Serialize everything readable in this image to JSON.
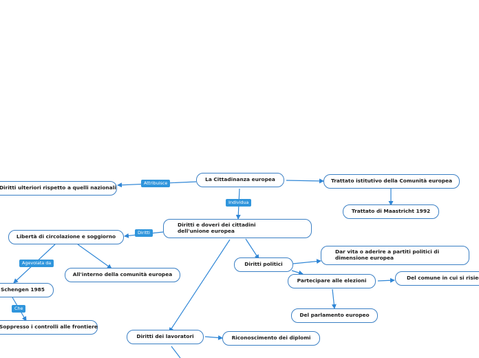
{
  "map": {
    "root": "La Cittadinanza europea",
    "trattato": "Trattato istitutivo della Comunità europea",
    "maastricht": "Trattato di Maastricht 1992",
    "diritti_ulteriori": "Diritti ulteriori rispetto a quelli nazionali",
    "diritti_doveri": "Diritti e doveri dei cittadini dell'unione europea",
    "liberta": "Libertà di circolazione e soggiorno",
    "interno": "All'interno della comunità europea",
    "schengen": "Schengen 1985",
    "soppresso": "Soppresso i controlli alle frontiere",
    "diritti_politici": "Diritti politici",
    "partiti": "Dar vita o aderire a partiti politici di dimensione europea",
    "elezioni": "Partecipare alle elezioni",
    "comune": "Del comune in cui si risiede",
    "parlamento": "Del parlamento europeo",
    "lavoratori": "Diritti dei lavoratori",
    "diplomi": "Riconoscimento dei diplomi"
  },
  "labels": {
    "attribuisce": "Attribuisce",
    "individua": "Individua",
    "diritti": "Diritti",
    "agevolata_da": "Agevolata da",
    "che": "Che"
  },
  "colors": {
    "line": "#2f86d6",
    "border": "#3a7fc4",
    "tag": "#2f95dc"
  }
}
